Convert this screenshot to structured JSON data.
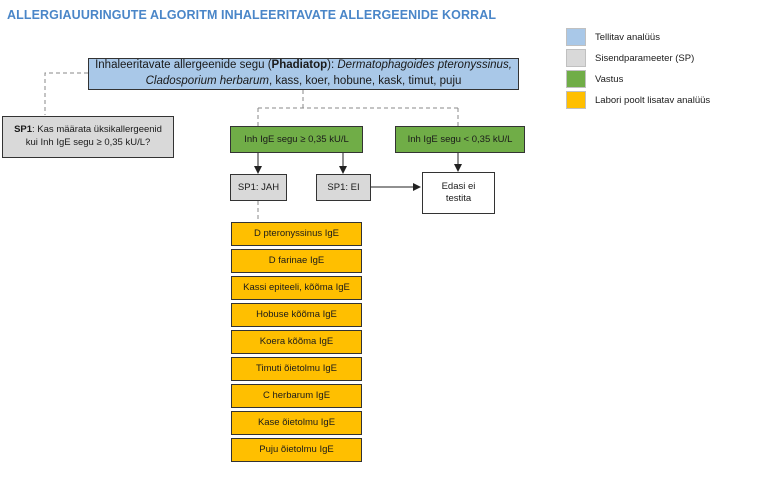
{
  "title": "ALLERGIAUURINGUTE ALGORITM INHALEERITAVATE ALLERGEENIDE KORRAL",
  "top_box": {
    "prefix": "Inhaleeritavate allergeenide segu (",
    "bold": "Phadiatop",
    "mid": "): ",
    "italic1": "Dermatophagoides pteronyssinus, Cladosporium herbarum",
    "suffix": ", kass, koer, hobune, kask, timut, puju"
  },
  "sp1_box": {
    "bold": "SP1",
    "text": ": Kas määrata üksikallergeenid kui Inh IgE segu ≥ 0,35 kU/L?"
  },
  "result_positive": "Inh IgE segu ≥ 0,35 kU/L",
  "result_negative": "Inh IgE segu < 0,35 kU/L",
  "sp1_yes": "SP1: JAH",
  "sp1_no": "SP1: EI",
  "not_tested": "Edasi ei testita",
  "tests": [
    "D pteronyssinus IgE",
    "D farinae IgE",
    "Kassi epiteeli, kõõma IgE",
    "Hobuse kõõma IgE",
    "Koera kõõma IgE",
    "Timuti õietolmu IgE",
    "C herbarum IgE",
    "Kase õietolmu IgE",
    "Puju õietolmu IgE"
  ],
  "legend": [
    {
      "label": "Tellitav analüüs",
      "color": "#a9c8e8"
    },
    {
      "label": "Sisendparameeter (SP)",
      "color": "#d9d9d9"
    },
    {
      "label": "Vastus",
      "color": "#70ad47"
    },
    {
      "label": "Labori poolt lisatav analüüs",
      "color": "#ffbf00"
    }
  ]
}
